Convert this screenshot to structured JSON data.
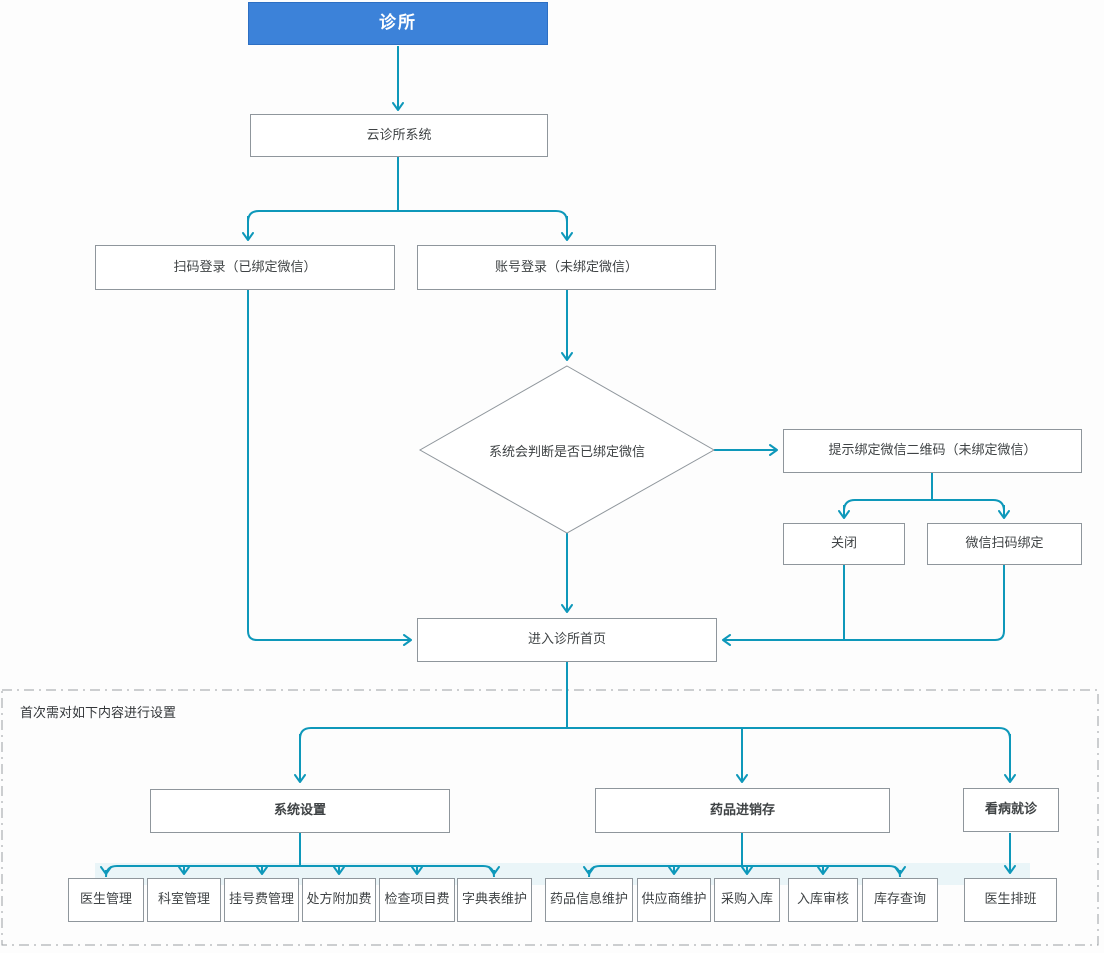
{
  "flowchart": {
    "colors": {
      "header_fill": "#3c82d9",
      "header_border": "#2d6fc3",
      "connector": "#0e98ba",
      "node_border": "#8f969c",
      "text": "#3f4345",
      "region_border": "#9aa0a4"
    },
    "nodes": {
      "clinic": "诊所",
      "cloud_system": "云诊所系统",
      "scan_login": "扫码登录（已绑定微信）",
      "account_login": "账号登录（未绑定微信）",
      "judge_wechat": "系统会判断是否已绑定微信",
      "prompt_bind": "提示绑定微信二维码（未绑定微信）",
      "close": "关闭",
      "wechat_scan_bind": "微信扫码绑定",
      "enter_home": "进入诊所首页"
    },
    "region": {
      "label": "首次需对如下内容进行设置"
    },
    "groups": {
      "system_settings": {
        "label": "系统设置",
        "children": [
          "医生管理",
          "科室管理",
          "挂号费管理",
          "处方附加费",
          "检查项目费",
          "字典表维护"
        ]
      },
      "drug_inventory": {
        "label": "药品进销存",
        "children": [
          "药品信息维护",
          "供应商维护",
          "采购入库",
          "入库审核",
          "库存查询"
        ]
      },
      "medical_visit": {
        "label": "看病就诊",
        "children": [
          "医生排班"
        ]
      }
    }
  }
}
